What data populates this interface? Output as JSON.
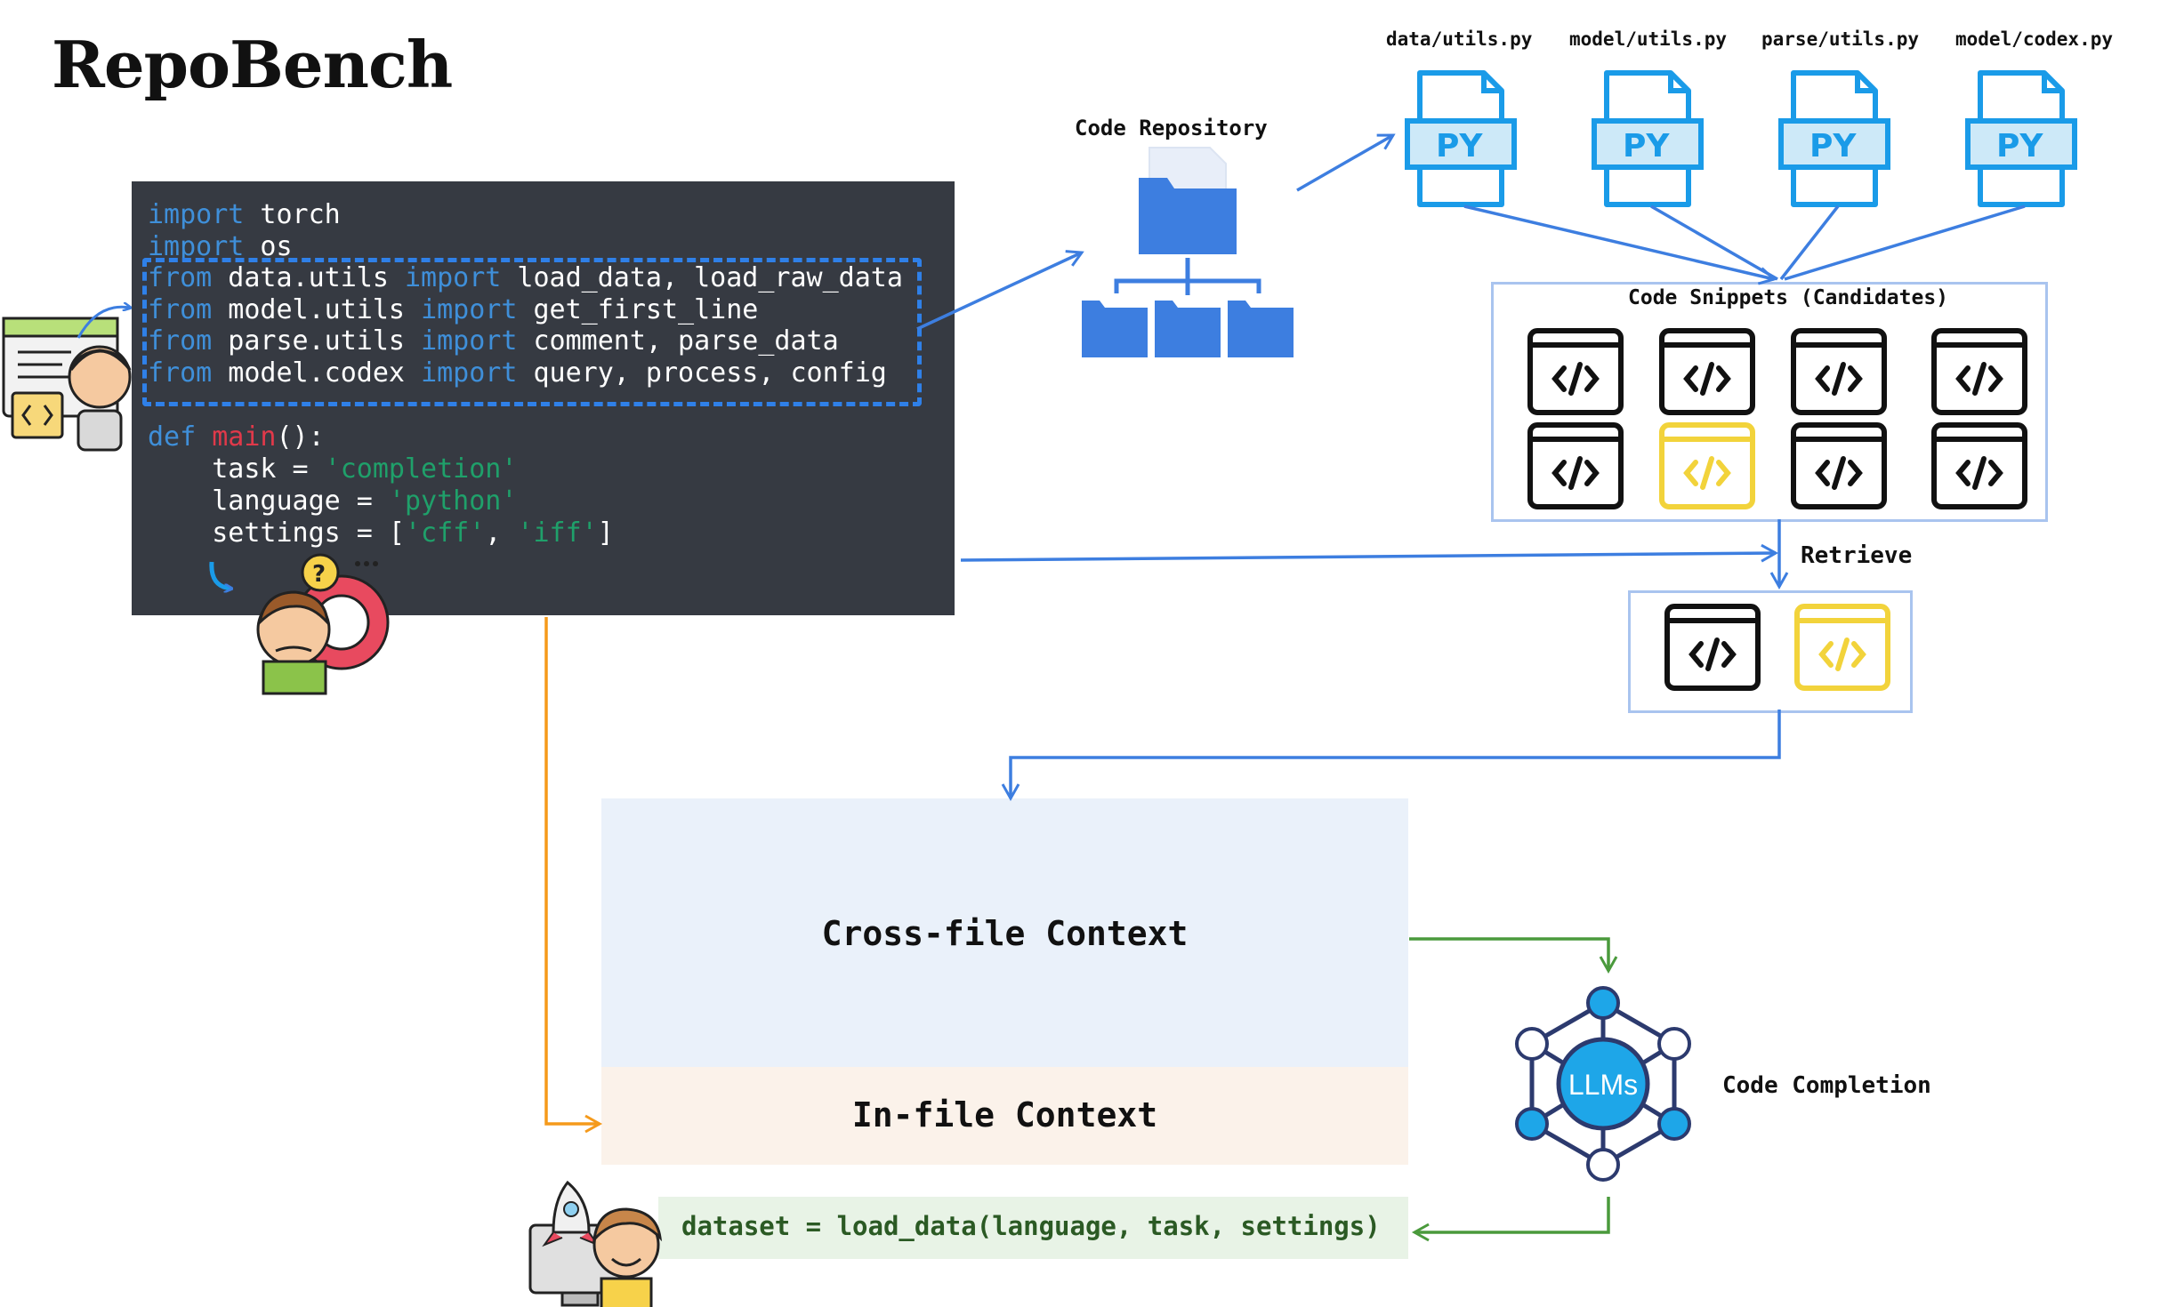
{
  "title": "RepoBench",
  "code": {
    "l1": {
      "kw": "import",
      "rest": " torch"
    },
    "l2": {
      "kw": "import",
      "rest": " os"
    },
    "l3": {
      "kw1": "from",
      "mod": " data.utils ",
      "kw2": "import",
      "rest": " load_data, load_raw_data"
    },
    "l4": {
      "kw1": "from",
      "mod": " model.utils ",
      "kw2": "import",
      "rest": " get_first_line"
    },
    "l5": {
      "kw1": "from",
      "mod": " parse.utils ",
      "kw2": "import",
      "rest": " comment, parse_data"
    },
    "l6": {
      "kw1": "from",
      "mod": " model.codex ",
      "kw2": "import",
      "rest": " query, process, config"
    },
    "l7": {
      "kw": "def",
      "fn": "main",
      "rest": "():"
    },
    "l8": {
      "pre": "    task = ",
      "str": "'completion'"
    },
    "l9": {
      "pre": "    language = ",
      "str": "'python'"
    },
    "l10": {
      "pre": "    settings = [",
      "str1": "'cff'",
      "mid": ", ",
      "str2": "'iff'",
      "post": "]"
    }
  },
  "repository_label": "Code Repository",
  "files": [
    {
      "name": "data/utils.py",
      "badge": "PY"
    },
    {
      "name": "model/utils.py",
      "badge": "PY"
    },
    {
      "name": "parse/utils.py",
      "badge": "PY"
    },
    {
      "name": "model/codex.py",
      "badge": "PY"
    }
  ],
  "snippets_label": "Code Snippets (Candidates)",
  "retrieve_label": "Retrieve",
  "cross_file_label": "Cross-file Context",
  "in_file_label": "In-file Context",
  "llm_label": "LLMs",
  "completion_label": "Code Completion",
  "result_code": "dataset = load_data(language, task, settings)",
  "colors": {
    "code_bg": "#363a42",
    "keyword": "#3f8fd9",
    "function": "#e0394a",
    "string": "#1fa06a",
    "flow_blue": "#3d7ee0",
    "flow_orange": "#f59a1b",
    "flow_green": "#4a9a3c",
    "file_blue": "#1a9be8",
    "highlight_yellow": "#f2d33b"
  }
}
